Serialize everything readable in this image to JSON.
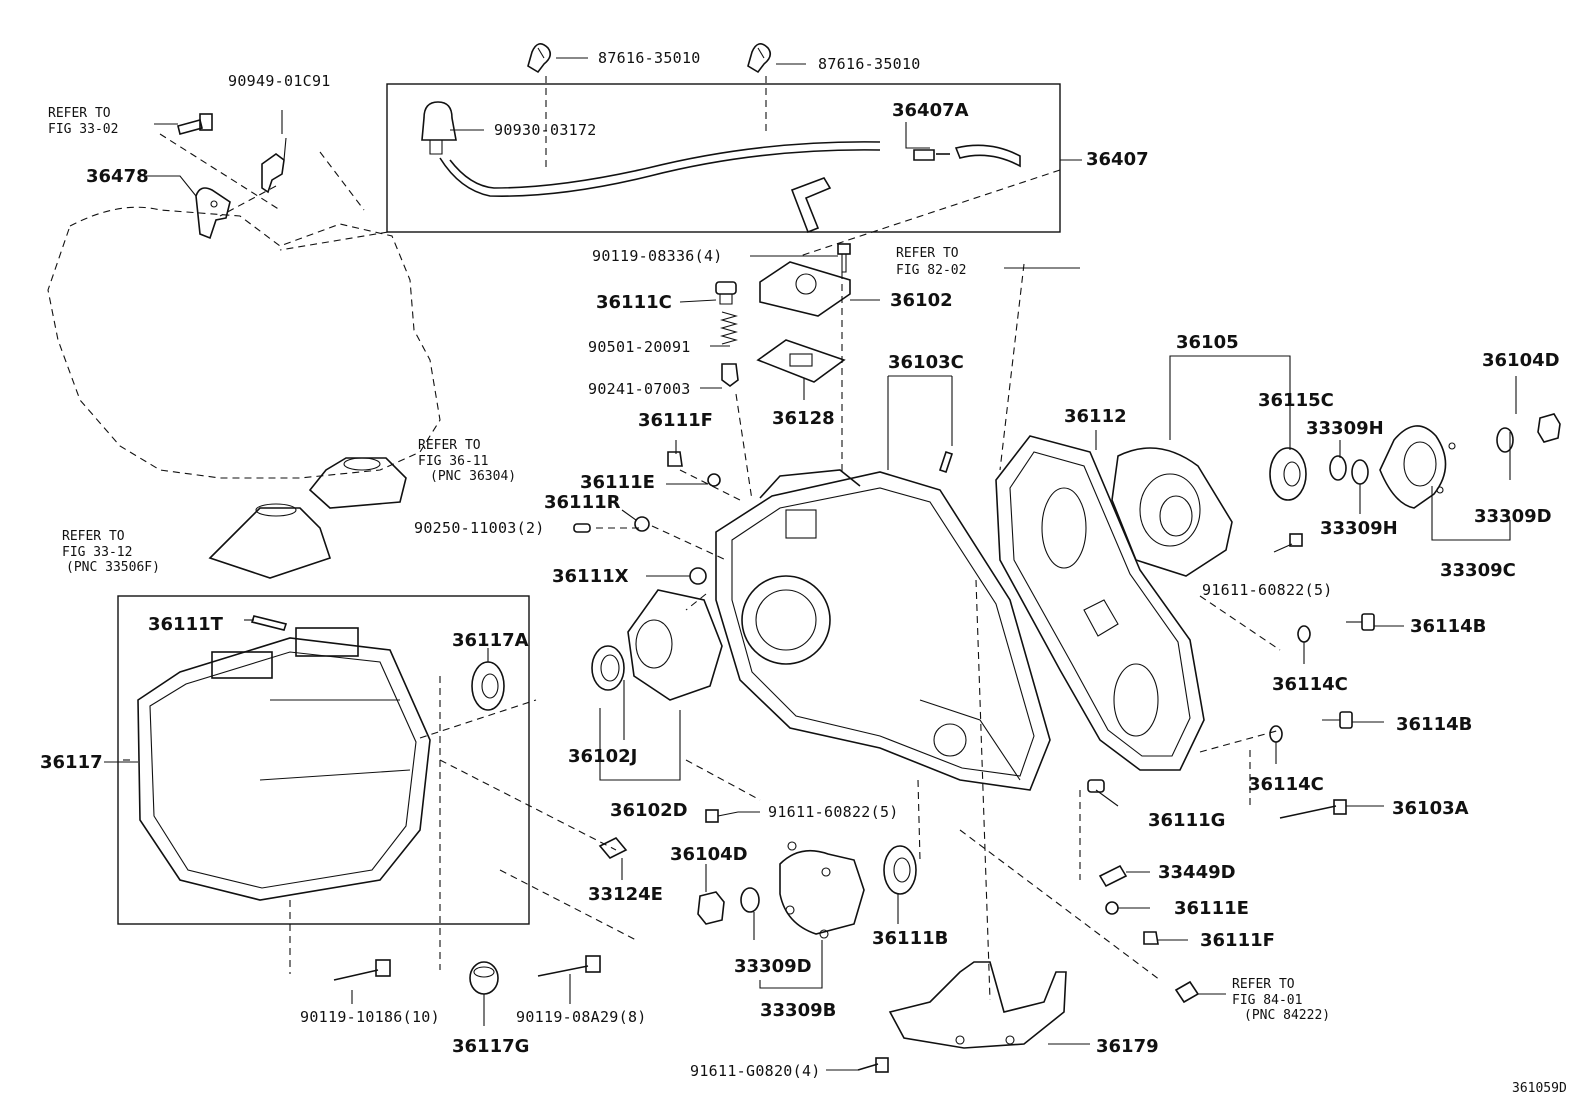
{
  "diagram_id": "361059D",
  "labels": {
    "p87616_a": "87616-35010",
    "p87616_b": "87616-35010",
    "p90949": "90949-01C91",
    "refer_3302_a": "REFER TO",
    "refer_3302_b": "FIG 33-02",
    "p36478": "36478",
    "p90930": "90930-03172",
    "p36407A": "36407A",
    "p36407": "36407",
    "p90119_08336": "90119-08336(4)",
    "refer_8202_a": "REFER TO",
    "refer_8202_b": "FIG 82-02",
    "p36111C": "36111C",
    "p36102": "36102",
    "p90501": "90501-20091",
    "p90241": "90241-07003",
    "p36128": "36128",
    "p36103C": "36103C",
    "p36105": "36105",
    "p36104D_top": "36104D",
    "p36112": "36112",
    "p36115C": "36115C",
    "p33309H_a": "33309H",
    "p33309H_b": "33309H",
    "p33309D_right": "33309D",
    "p33309C": "33309C",
    "p36111F_top": "36111F",
    "p36111E_top": "36111E",
    "p36111R": "36111R",
    "p90250": "90250-11003(2)",
    "p36111X": "36111X",
    "refer_3611_a": "REFER TO",
    "refer_3611_b": "FIG 36-11",
    "refer_3611_c": "(PNC 36304)",
    "refer_3312_a": "REFER TO",
    "refer_3312_b": "FIG 33-12",
    "refer_3312_c": "(PNC 33506F)",
    "p91611_60822_right": "91611-60822(5)",
    "p36114B_a": "36114B",
    "p36114C_a": "36114C",
    "p36114B_b": "36114B",
    "p36114C_b": "36114C",
    "p36103A": "36103A",
    "p36111T": "36111T",
    "p36117A": "36117A",
    "p36117": "36117",
    "p36102J": "36102J",
    "p36102D": "36102D",
    "p91611_60822_mid": "91611-60822(5)",
    "p36111G": "36111G",
    "p33449D": "33449D",
    "p36111E_bot": "36111E",
    "p36111F_bot": "36111F",
    "p36104D_bot": "36104D",
    "p33124E": "33124E",
    "p33309D_bot": "33309D",
    "p33309B": "33309B",
    "p36111B": "36111B",
    "refer_8401_a": "REFER TO",
    "refer_8401_b": "FIG 84-01",
    "refer_8401_c": "(PNC 84222)",
    "p90119_10186": "90119-10186(10)",
    "p36117G": "36117G",
    "p90119_08A29": "90119-08A29(8)",
    "p91611_G0820": "91611-G0820(4)",
    "p36179": "36179"
  }
}
